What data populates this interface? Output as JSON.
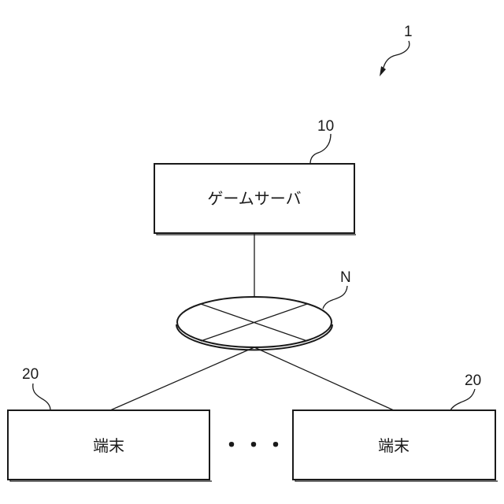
{
  "diagram": {
    "system_ref": "1",
    "server": {
      "ref": "10",
      "label": "ゲームサーバ"
    },
    "network": {
      "ref": "N"
    },
    "terminal_left": {
      "ref": "20",
      "label": "端末"
    },
    "terminal_right": {
      "ref": "20",
      "label": "端末"
    },
    "ellipsis": "・・・"
  }
}
